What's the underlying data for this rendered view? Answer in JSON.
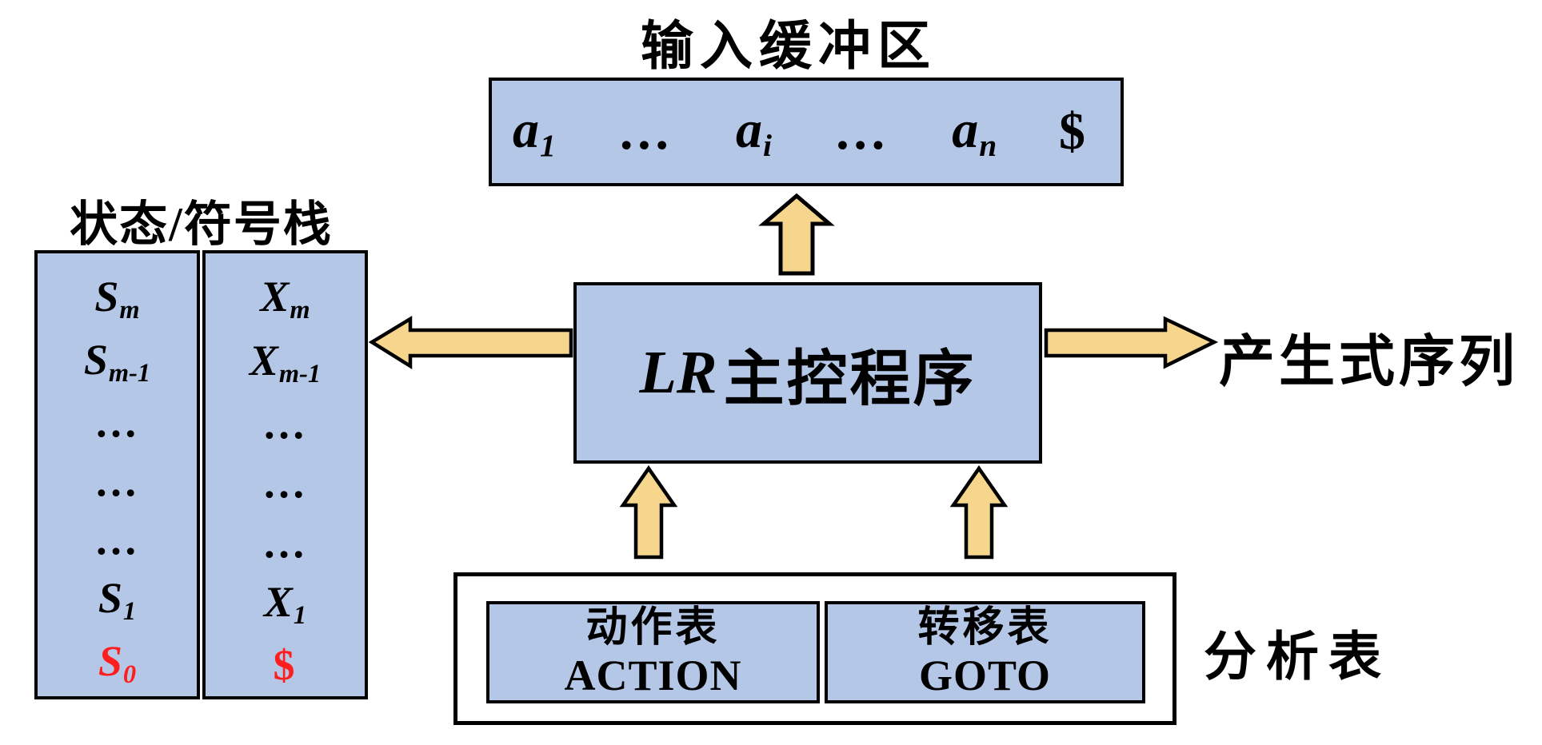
{
  "colors": {
    "box_fill": "#B4C7E7",
    "arrow_fill": "#F6D58D",
    "highlight_red": "#FF1E1E",
    "outline": "#000000",
    "background": "#FFFFFF"
  },
  "input_buffer": {
    "label": "输入缓冲区",
    "tokens": [
      {
        "base": "a",
        "sub": "1"
      },
      {
        "base": "…",
        "sub": ""
      },
      {
        "base": "a",
        "sub": "i"
      },
      {
        "base": "…",
        "sub": ""
      },
      {
        "base": "a",
        "sub": "n"
      },
      {
        "base": "$",
        "sub": ""
      }
    ]
  },
  "stack": {
    "label": "状态/符号栈",
    "state_column": {
      "items": [
        {
          "base": "S",
          "sub": "m"
        },
        {
          "base": "S",
          "sub": "m-1"
        },
        {
          "base": "…",
          "sub": ""
        },
        {
          "base": "…",
          "sub": ""
        },
        {
          "base": "…",
          "sub": ""
        },
        {
          "base": "S",
          "sub": "1"
        },
        {
          "base": "S",
          "sub": "0"
        }
      ]
    },
    "symbol_column": {
      "items": [
        {
          "base": "X",
          "sub": "m"
        },
        {
          "base": "X",
          "sub": "m-1"
        },
        {
          "base": "…",
          "sub": ""
        },
        {
          "base": "…",
          "sub": ""
        },
        {
          "base": "…",
          "sub": ""
        },
        {
          "base": "X",
          "sub": "1"
        },
        {
          "base": "$",
          "sub": ""
        }
      ]
    }
  },
  "main_unit": {
    "latin": "LR",
    "chinese": "主控程序"
  },
  "output_label": "产生式序列",
  "parse_table": {
    "label": "分析表",
    "action": {
      "title_zh": "动作表",
      "title_en": "ACTION"
    },
    "goto": {
      "title_zh": "转移表",
      "title_en": "GOTO"
    }
  }
}
